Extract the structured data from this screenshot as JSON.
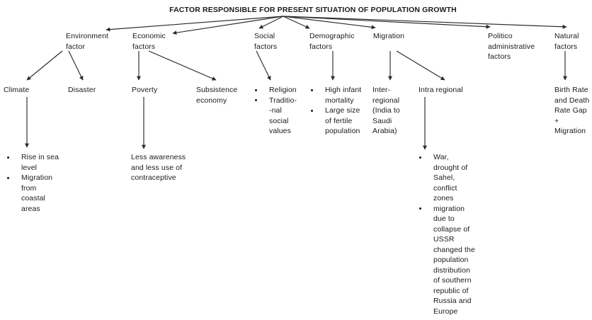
{
  "diagram": {
    "type": "tree",
    "title": "FACTOR  RESPONSIBLE  FOR PRESENT  SITUATION OF POPULATION GROWTH",
    "colors": {
      "text": "#1a1a1a",
      "line": "#2b2b2b",
      "background": "#ffffff"
    },
    "level1": [
      {
        "id": "environment",
        "label": "Environment\nfactor"
      },
      {
        "id": "economic",
        "label": "Economic\nfactors"
      },
      {
        "id": "social",
        "label": "Social\nfactors"
      },
      {
        "id": "demographic",
        "label": "Demographic\nfactors"
      },
      {
        "id": "migration",
        "label": "Migration"
      },
      {
        "id": "politico",
        "label": "Politico\nadministrative\nfactors"
      },
      {
        "id": "natural",
        "label": "Natural\nfactors"
      }
    ],
    "level2": [
      {
        "id": "climate",
        "parent": "environment",
        "label": "Climate"
      },
      {
        "id": "disaster",
        "parent": "environment",
        "label": "Disaster"
      },
      {
        "id": "poverty",
        "parent": "economic",
        "label": "Poverty"
      },
      {
        "id": "subsistence",
        "parent": "economic",
        "label": "Subsistence\neconomy"
      },
      {
        "id": "social-items",
        "parent": "social",
        "bullets": [
          "Religion",
          "Traditio-\n-nal\nsocial\nvalues"
        ]
      },
      {
        "id": "demographic-items",
        "parent": "demographic",
        "bullets": [
          "High infant\nmortality",
          "Large size\nof fertile\npopulation"
        ]
      },
      {
        "id": "inter-regional",
        "parent": "migration",
        "label": "Inter-\nregional\n(India to\nSaudi\nArabia)"
      },
      {
        "id": "intra-regional",
        "parent": "migration",
        "label": "Intra regional"
      },
      {
        "id": "birth-death-gap",
        "parent": "natural",
        "label": "Birth Rate\nand Death\nRate Gap\n+\nMigration"
      }
    ],
    "level3": [
      {
        "id": "climate-effects",
        "parent": "climate",
        "bullets": [
          "Rise in sea\nlevel",
          "Migration\nfrom\ncoastal\nareas"
        ]
      },
      {
        "id": "poverty-effects",
        "parent": "poverty",
        "label": "Less awareness\nand less use of\ncontraceptive"
      },
      {
        "id": "migration-causes",
        "parent": "intra-regional",
        "bullets": [
          "War,\ndrought of\nSahel,\nconflict\nzones",
          "migration\ndue to\ncollapse of\nUSSR\nchanged the\npopulation\ndistribution\nof southern\nrepublic of\nRussia and\nEurope"
        ]
      }
    ]
  }
}
